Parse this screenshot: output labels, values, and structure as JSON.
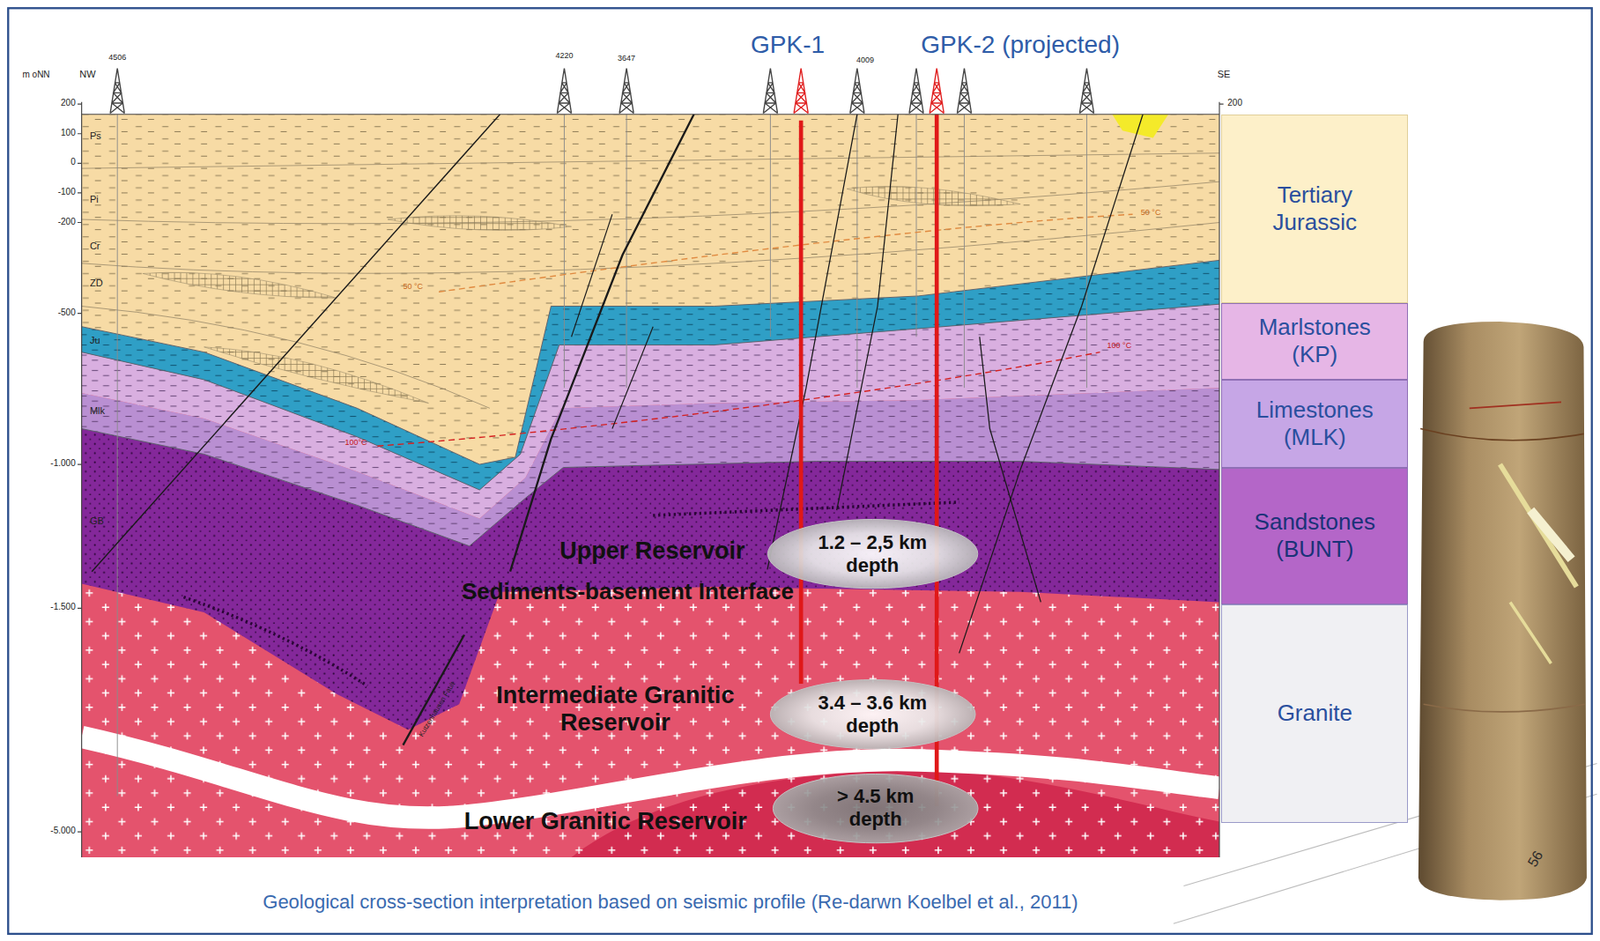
{
  "diagram": {
    "caption": "Geological cross-section interpretation based on seismic profile (Re-darwn Koelbel et al., 2011)",
    "nodes": [
      {
        "text": [
          "Tertiary Jurassic"
        ]
      },
      {
        "text": [
          "Marlstones (KP)"
        ]
      },
      {
        "text": [
          "Limestones (MLK)"
        ]
      },
      {
        "text": [
          "Sandstones (BUNT)"
        ]
      },
      {
        "text": [
          "Granite"
        ]
      },
      {
        "text": [
          "1.2 – 2,5 km depth"
        ]
      },
      {
        "text": [
          "3.4 – 3.6 km depth"
        ]
      },
      {
        "text": [
          "> 4.5 km depth"
        ]
      }
    ],
    "labels": [
      "GPK-1",
      "GPK-2 (projected)",
      "m oNN",
      "NW",
      "SE",
      "4506",
      "4220",
      "3647",
      "4009",
      "200",
      "100",
      "0",
      "-100",
      "-200",
      "-500",
      "-1.000",
      "-1.500",
      "-5.000",
      "200",
      "Ps",
      "Pi",
      "Cr",
      "ZD",
      "Ju",
      "Mlk",
      "GB",
      "50 °C",
      "50 °C",
      "100 °C",
      "100°C",
      "Upper Reservoir",
      "Sediments-basement Interface",
      "Intermediate Granitic Reservoir",
      "Lower Granitic Reservoir",
      "Kutzenhausen Fault",
      "56"
    ]
  }
}
